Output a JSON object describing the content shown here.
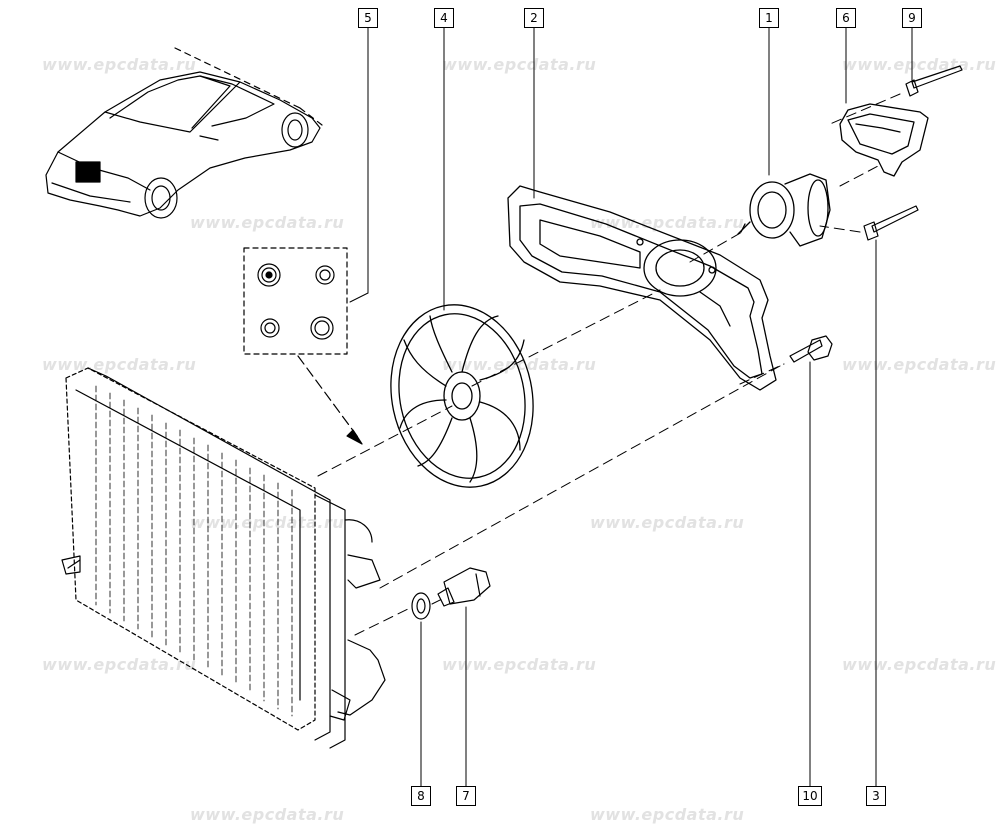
{
  "watermark": "www.epcdata.ru",
  "callouts": {
    "c1": "1",
    "c2": "2",
    "c3": "3",
    "c4": "4",
    "c5": "5",
    "c6": "6",
    "c7": "7",
    "c8": "8",
    "c9": "9",
    "c10": "10"
  },
  "colors": {
    "ink": "#000000",
    "watermark": "#e2e2e2",
    "background": "#ffffff"
  }
}
